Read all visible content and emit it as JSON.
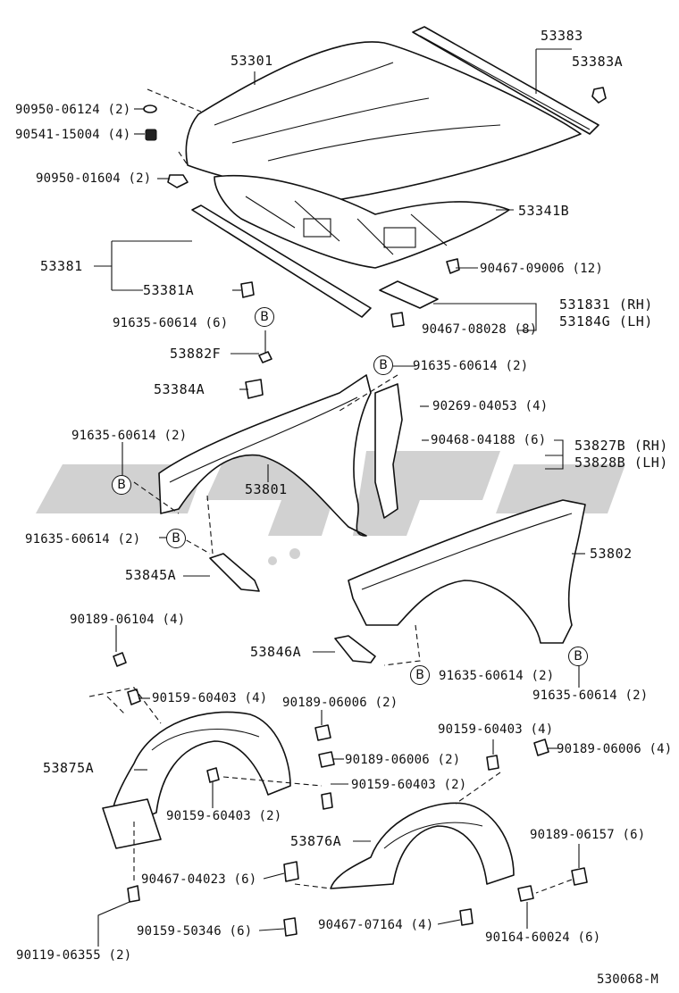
{
  "diagram_code": "530068-M",
  "labels": {
    "hood": "53301",
    "hood_seal": "53383",
    "hood_seal_clip": "53383A",
    "hood_insulator": "53341B",
    "front_seal": "53381",
    "front_seal_clip": "53381A",
    "hood_bolt_washer": "90950-06124 (2)",
    "hood_cushion": "90541-15004 (4)",
    "hood_stopper": "90950-01604 (2)",
    "insulator_clip": "90467-09006 (12)",
    "bracket_rh": "531831 (RH)",
    "bracket_lh": "53184G (LH)",
    "bracket_clip": "90467-08028 (8)",
    "b_bolt_1": "91635-60614 (6)",
    "seal_882f": "53882F",
    "b_bolt_2": "91635-60614 (2)",
    "cushion_384a": "53384A",
    "screw_269": "90269-04053 (4)",
    "clip_468": "90468-04188 (6)",
    "liner_rh": "53827B (RH)",
    "liner_lh": "53828B (LH)",
    "b_bolt_3": "91635-60614 (2)",
    "fender_rh": "53801",
    "b_bolt_4": "91635-60614 (2)",
    "fender_lh": "53802",
    "bracket_845a": "53845A",
    "bracket_846a": "53846A",
    "b_bolt_5": "91635-60614 (2)",
    "b_bolt_6": "91635-60614 (2)",
    "clip_104": "90189-06104 (4)",
    "bolt_403_a": "90159-60403 (4)",
    "clip_006_a": "90189-06006 (2)",
    "clip_006_b": "90189-06006 (2)",
    "bolt_403_b": "90159-60403 (2)",
    "bolt_403_c": "90159-60403 (2)",
    "bolt_403_d": "90159-60403 (4)",
    "clip_006_c": "90189-06006 (4)",
    "liner_875a": "53875A",
    "liner_876a": "53876A",
    "clip_157": "90189-06157 (6)",
    "clip_023": "90467-04023 (6)",
    "bolt_346": "90159-50346 (6)",
    "clip_164": "90467-07164 (4)",
    "bolt_024": "90164-60024 (6)",
    "bolt_355": "90119-06355 (2)"
  },
  "callout_letter": "B"
}
